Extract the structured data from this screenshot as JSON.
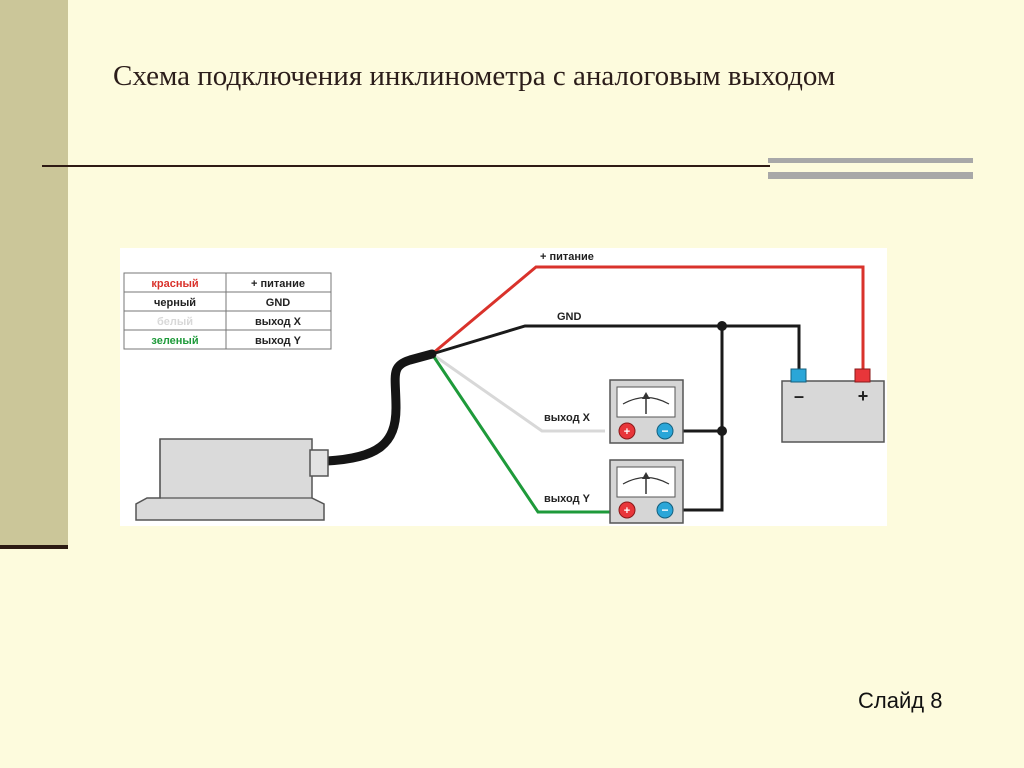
{
  "slide": {
    "title": "Схема подключения инклинометра с аналоговым выходом",
    "number_label": "Слайд 8"
  },
  "legend": {
    "rows": [
      {
        "color_name": "красный",
        "signal": "+ питание",
        "color": "#d9322b"
      },
      {
        "color_name": "черный",
        "signal": "GND",
        "color": "#1a1a1a"
      },
      {
        "color_name": "белый",
        "signal": "выход X",
        "color": "#d8d8d8"
      },
      {
        "color_name": "зеленый",
        "signal": "выход Y",
        "color": "#1e9a3a"
      }
    ]
  },
  "wires": {
    "power_label": "+ питание",
    "gnd_label": "GND",
    "out_x_label": "выход X",
    "out_y_label": "выход Y"
  },
  "battery": {
    "minus_label": "–",
    "plus_label": "+"
  },
  "meters": {
    "plus_label": "+",
    "minus_label": "−"
  },
  "colors": {
    "background": "#fdfbdd",
    "sidebar": "#cbc699",
    "wire_red": "#d9322b",
    "wire_green": "#1e9a3a",
    "wire_black": "#1a1a1a",
    "wire_white": "#d8d8d8",
    "terminal_red": "#e8363a",
    "terminal_blue": "#2aa6d8"
  }
}
